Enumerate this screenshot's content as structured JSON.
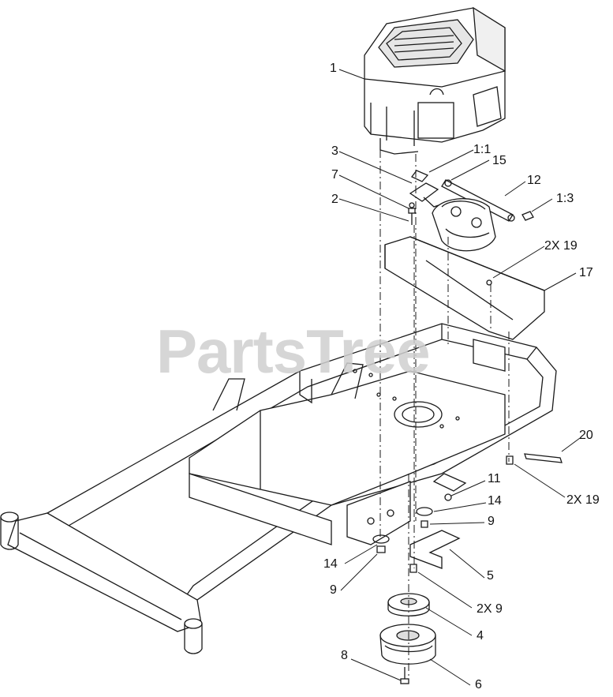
{
  "watermark": "PartsTree",
  "callouts": {
    "c1": "1",
    "c11_1": "1:1",
    "c15": "15",
    "c3": "3",
    "c7": "7",
    "c12": "12",
    "c13": "1:3",
    "c2": "2",
    "c2x19a": "2X 19",
    "c17": "17",
    "c20": "20",
    "c11": "11",
    "c14a": "14",
    "c2x19b": "2X 19",
    "c9a": "9",
    "c5": "5",
    "c14b": "14",
    "c9b": "9",
    "c2x9": "2X 9",
    "c4": "4",
    "c8": "8",
    "c6": "6"
  },
  "colors": {
    "line": "#1a1a1a",
    "watermark": "#cfcfcf",
    "fill": "#ffffff",
    "shade": "#d9d9d9"
  }
}
